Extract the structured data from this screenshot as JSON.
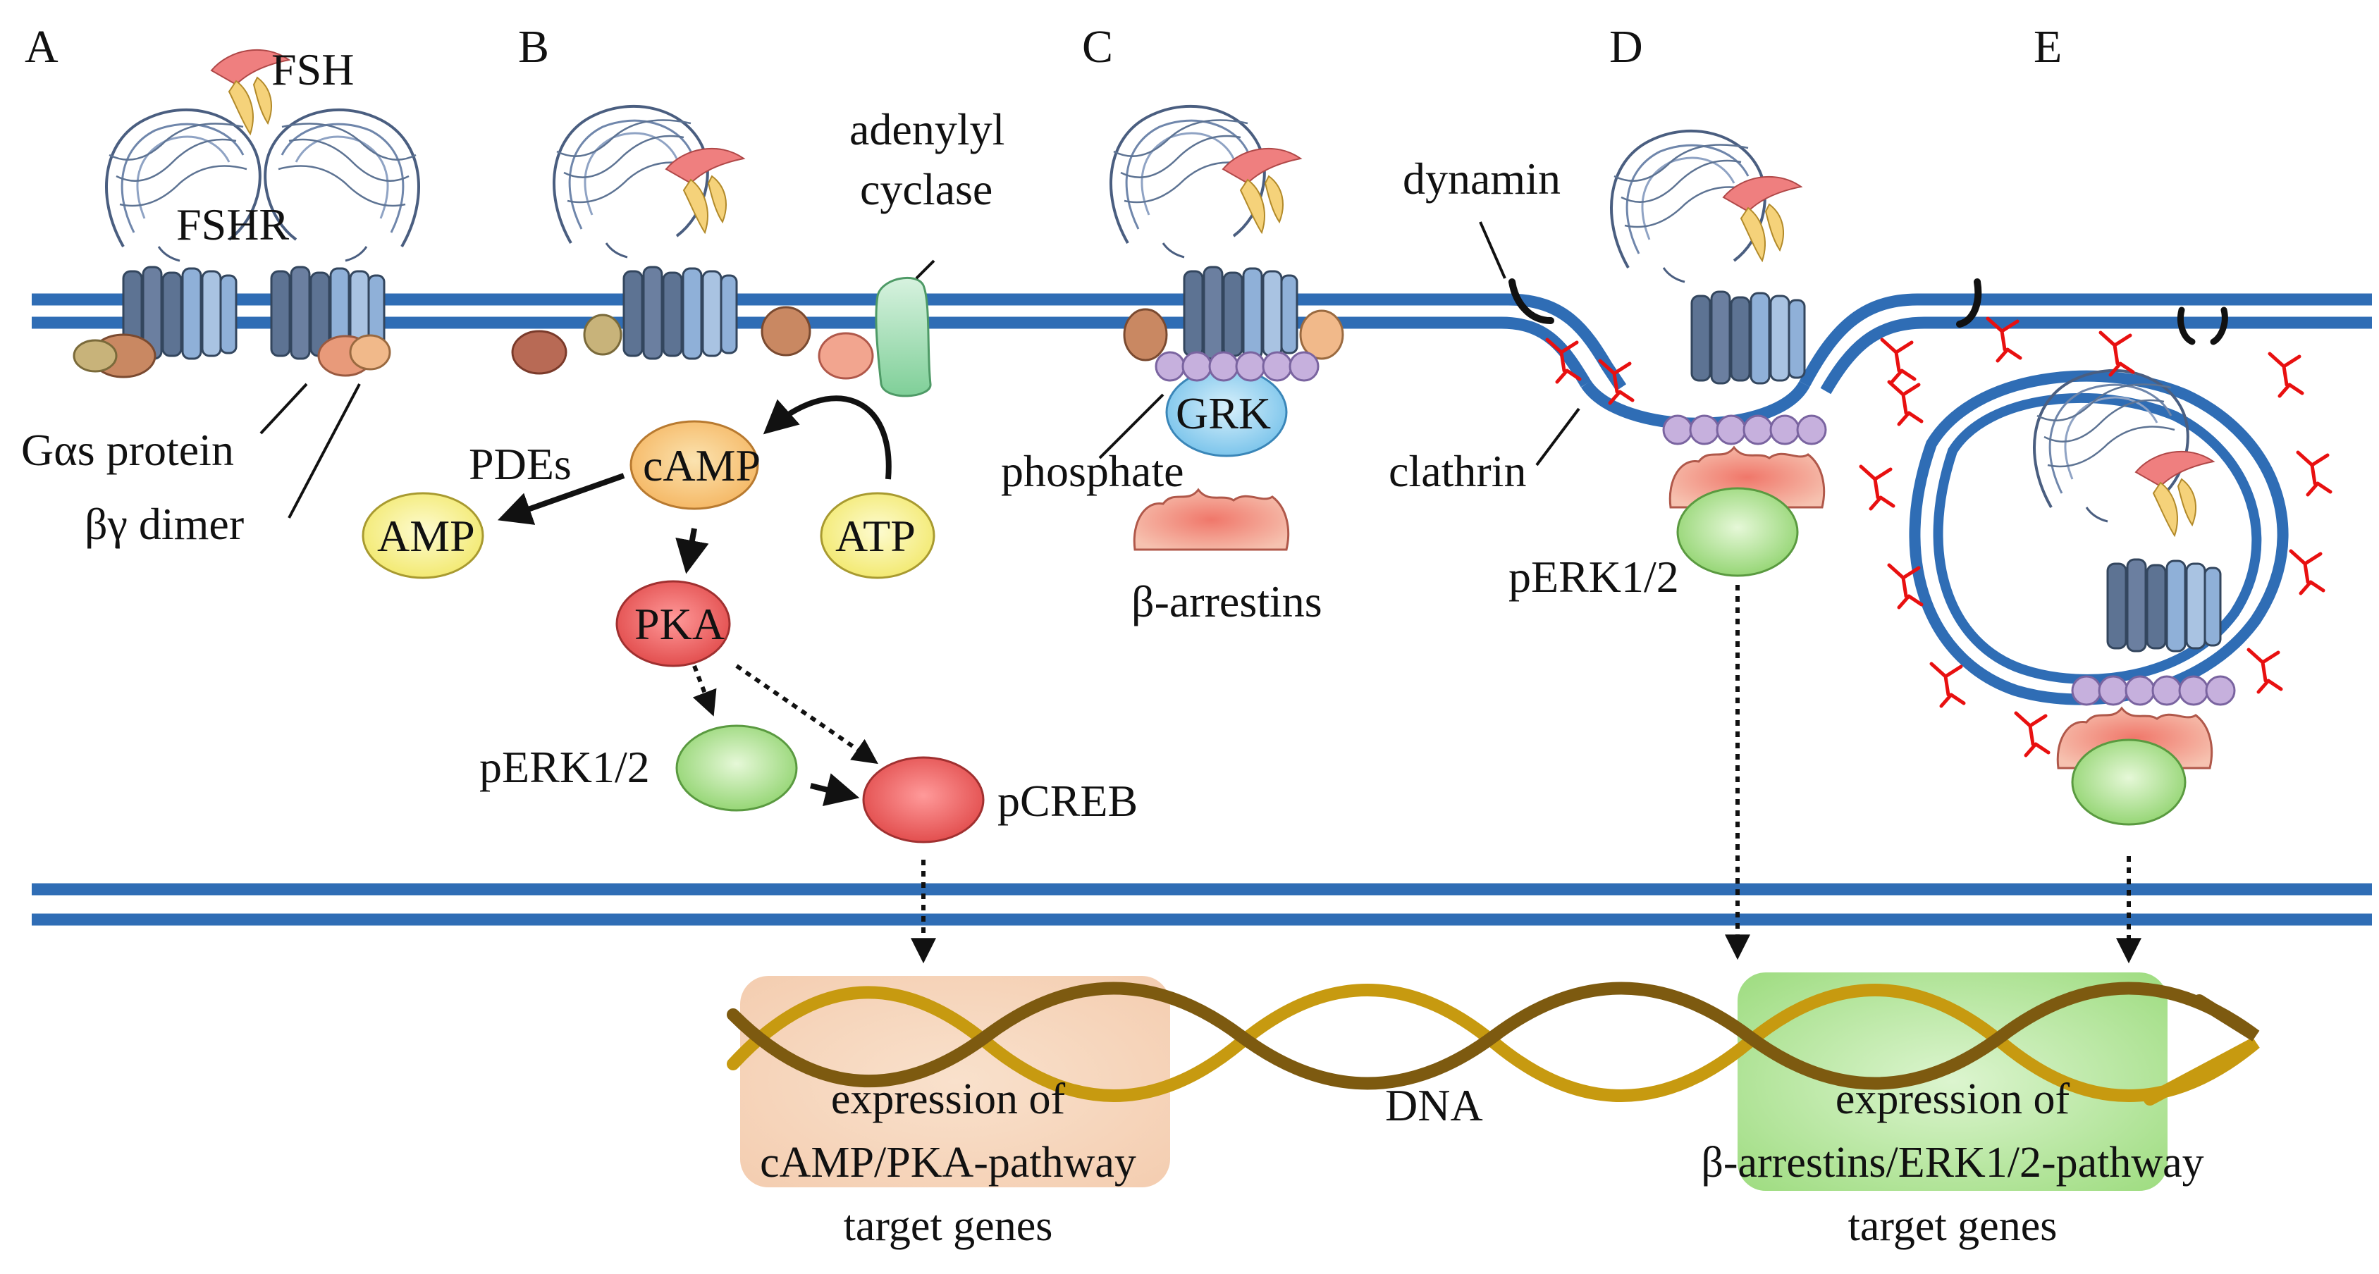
{
  "panels": [
    "A",
    "B",
    "C",
    "D",
    "E"
  ],
  "labels": {
    "fsh": "FSH",
    "fshr": "FSHR",
    "gas_protein": "Gαs protein",
    "bg_dimer": "βγ dimer",
    "adenylyl": "adenylyl",
    "cyclase": "cyclase",
    "pdes": "PDEs",
    "camp": "cAMP",
    "amp": "AMP",
    "atp": "ATP",
    "pka": "PKA",
    "perk_b": "pERK1/2",
    "pcreb": "pCREB",
    "grk": "GRK",
    "phosphate": "phosphate",
    "barrestins": "β-arrestins",
    "dynamin": "dynamin",
    "clathrin": "clathrin",
    "perk_d": "pERK1/2",
    "dna": "DNA",
    "expr_left": [
      "expression of",
      "cAMP/PKA-pathway",
      "target genes"
    ],
    "expr_right": [
      "expression of",
      "β-arrestins/ERK1/2-pathway",
      "target genes"
    ]
  },
  "colors": {
    "membrane": "#2f6db5",
    "receptor_light": "#8fb0d8",
    "receptor_dark": "#5d7393",
    "camp": "#f7c77a",
    "amp_atp": "#f8f08a",
    "pka_pcreb": "#ee6b6b",
    "perk": "#a6e090",
    "grk": "#8fd0f0",
    "phosphate": "#c6b0dd",
    "barrestin": "#f2a58f",
    "clathrin": "#e81010",
    "dna_gold": "#c79a10",
    "dna_brown": "#7d5a10",
    "highlight_orange": "#f6d7bd",
    "highlight_green": "#a9e08e"
  }
}
